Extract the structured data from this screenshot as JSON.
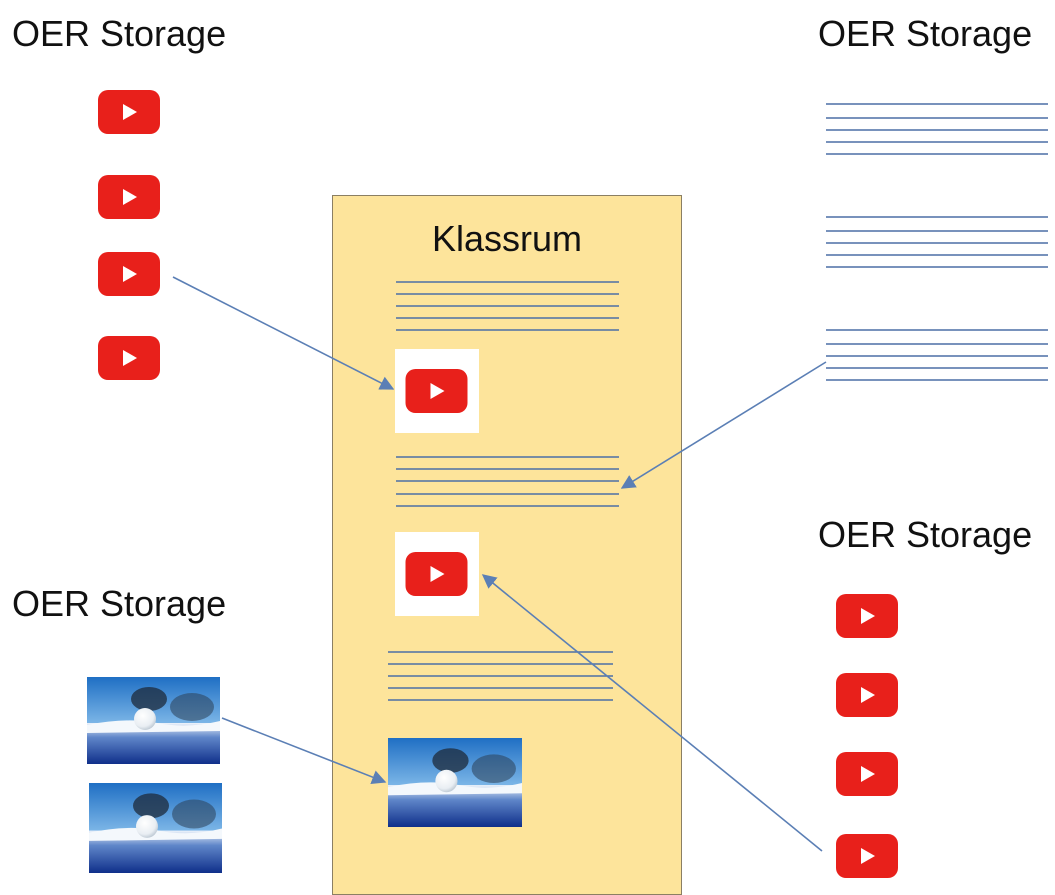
{
  "storages": {
    "top_left": {
      "label": "OER Storage",
      "icon": "youtube-play-icon",
      "items": 4
    },
    "top_right": {
      "label": "OER Storage",
      "content": "text-lines"
    },
    "bottom_right": {
      "label": "OER Storage",
      "icon": "youtube-play-icon",
      "items": 4
    },
    "bottom_left": {
      "label": "OER Storage",
      "content": "photo-thumbnails",
      "items": 2
    }
  },
  "classroom": {
    "title": "Klassrum",
    "background": "#fde49b"
  },
  "colors": {
    "youtube_red": "#e8201b",
    "line_blue": "#4c6fa6",
    "arrow_blue": "#5b7fb5"
  }
}
